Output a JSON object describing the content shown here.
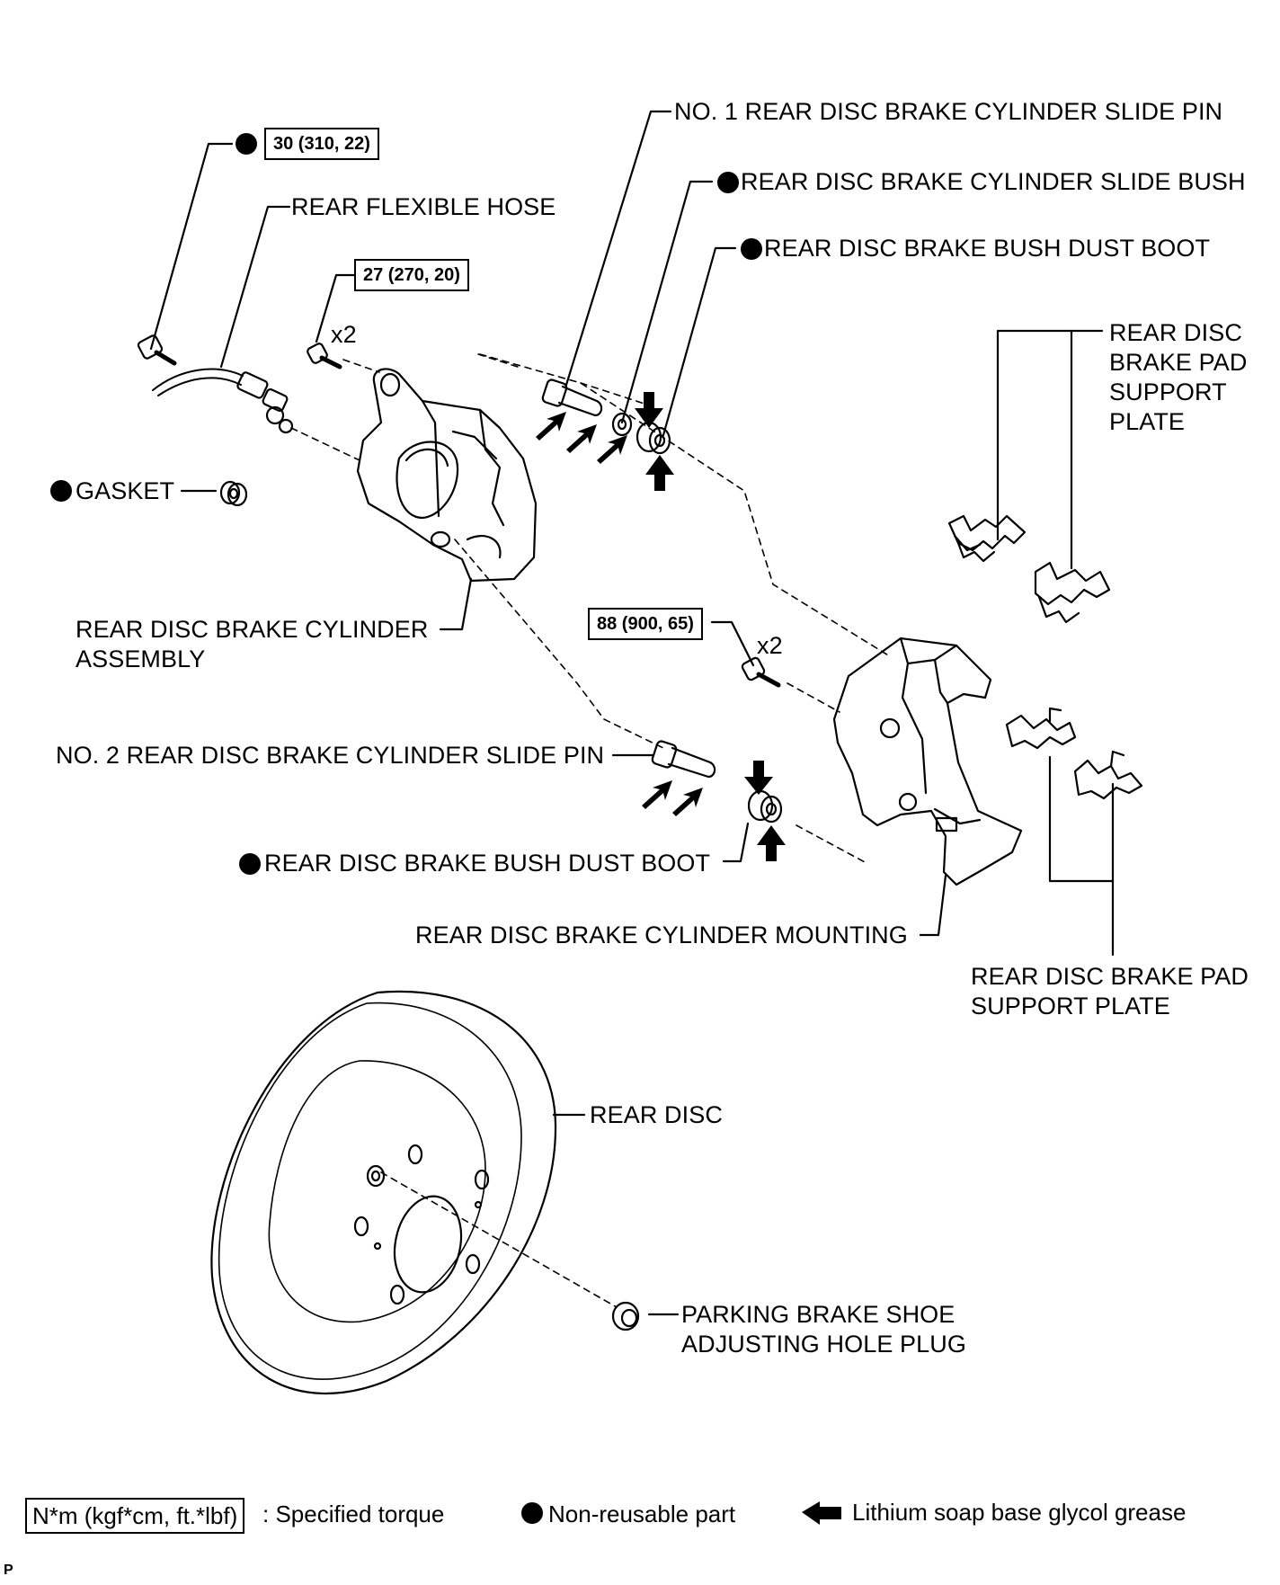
{
  "labels": {
    "slide_pin_1": "NO. 1 REAR DISC BRAKE CYLINDER SLIDE PIN",
    "slide_bush": "REAR DISC BRAKE CYLINDER SLIDE BUSH",
    "dust_boot_upper": "REAR DISC BRAKE BUSH DUST BOOT",
    "flexible_hose": "REAR FLEXIBLE HOSE",
    "gasket": "GASKET",
    "pad_support_plate_upper": "REAR DISC\nBRAKE PAD\nSUPPORT\nPLATE",
    "cylinder_assembly": "REAR DISC BRAKE CYLINDER\nASSEMBLY",
    "slide_pin_2": "NO. 2 REAR DISC BRAKE CYLINDER SLIDE PIN",
    "dust_boot_lower": "REAR DISC BRAKE BUSH DUST BOOT",
    "cylinder_mounting": "REAR DISC BRAKE CYLINDER MOUNTING",
    "pad_support_plate_lower": "REAR DISC BRAKE PAD\nSUPPORT PLATE",
    "rear_disc": "REAR DISC",
    "hole_plug": "PARKING BRAKE SHOE\nADJUSTING HOLE PLUG"
  },
  "torque": {
    "union_bolt": "30 (310, 22)",
    "cylinder_bolt": "27 (270, 20)",
    "mounting_bolt": "88 (900, 65)"
  },
  "quantity": {
    "cylinder_bolt": "x2",
    "mounting_bolt": "x2"
  },
  "legend": {
    "torque_unit": "N*m (kgf*cm, ft.*lbf)",
    "torque_desc": ": Specified torque",
    "non_reusable": "Non-reusable part",
    "grease": "Lithium soap base glycol grease"
  },
  "corner_mark": "P"
}
